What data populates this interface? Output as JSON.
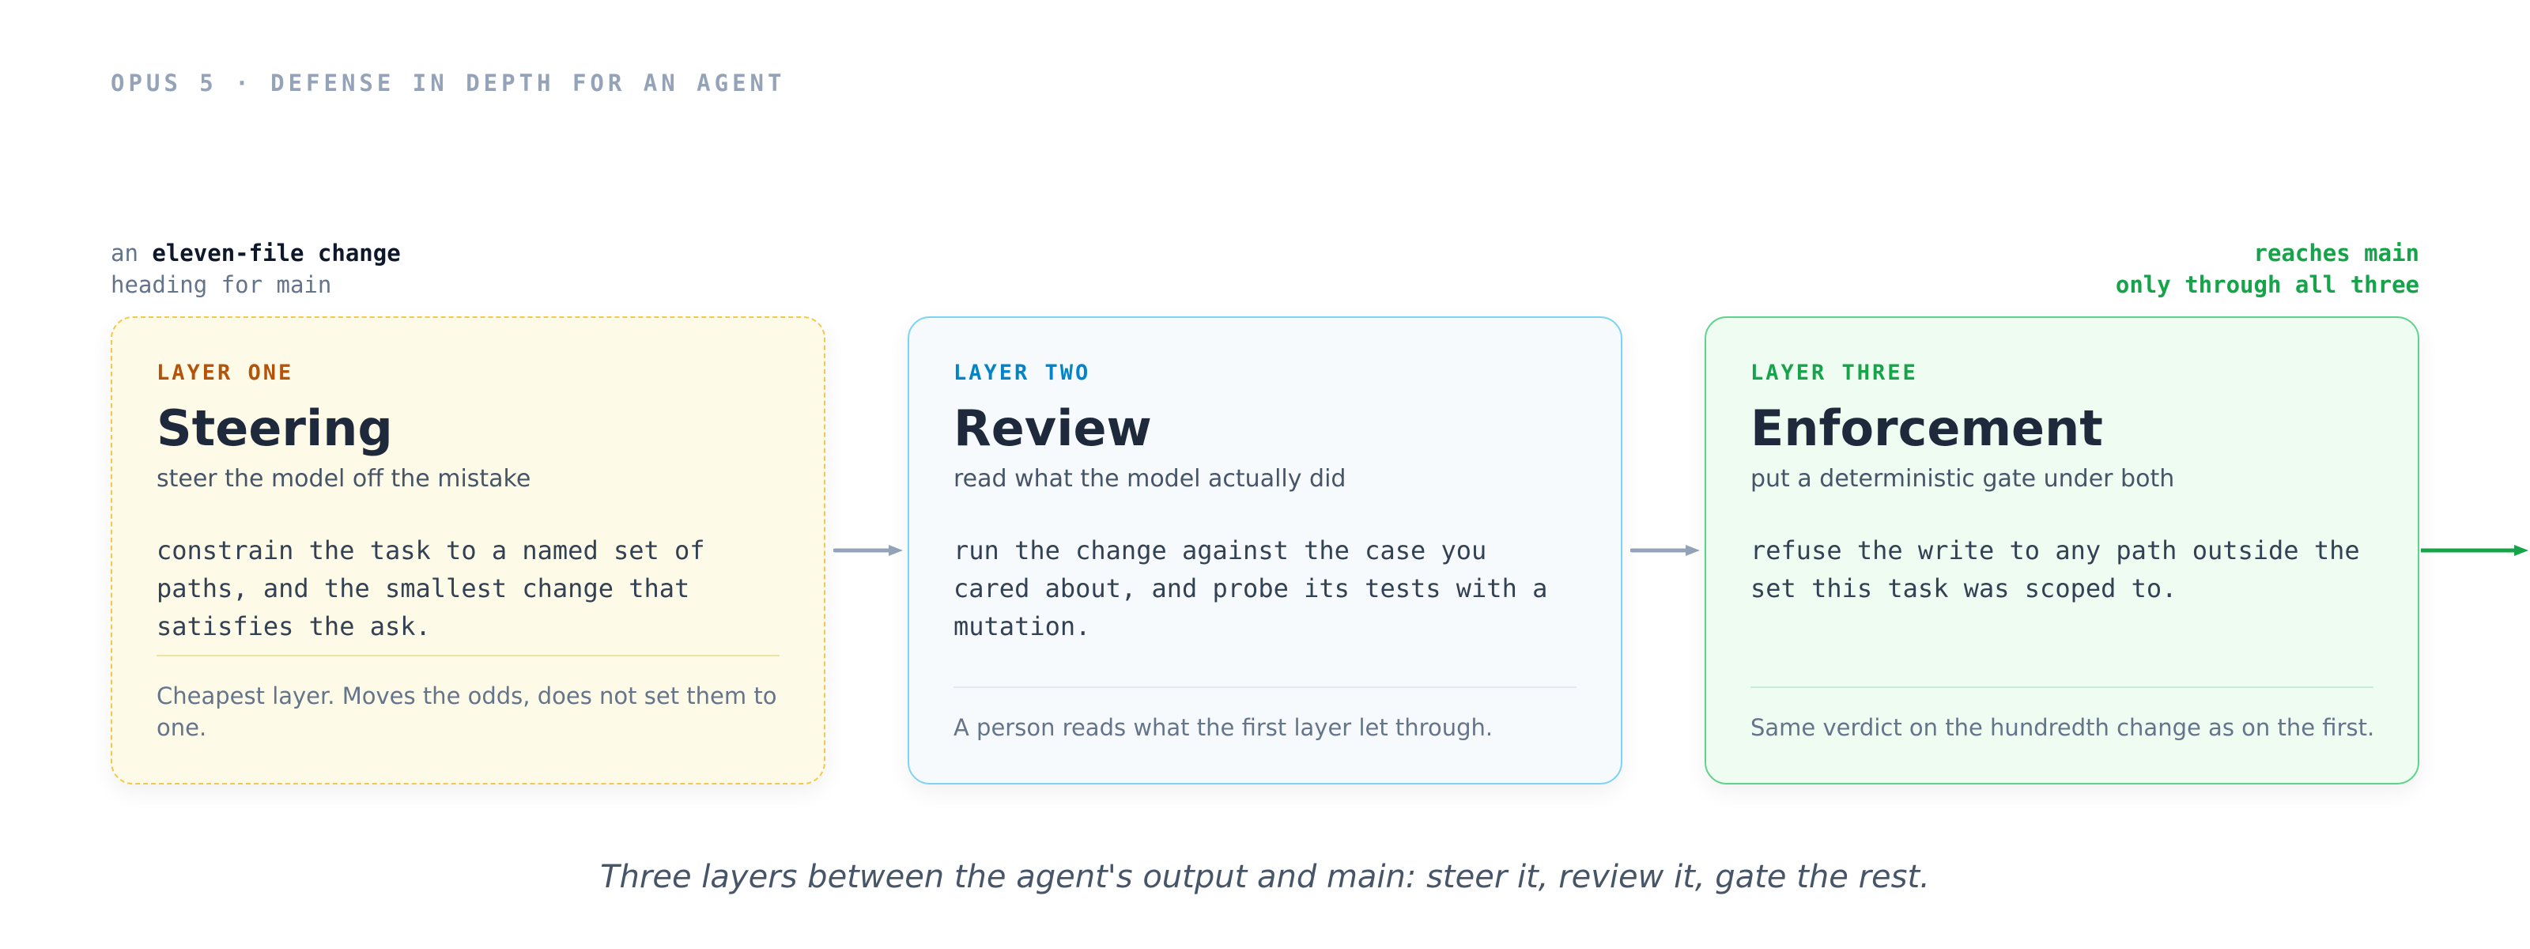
{
  "header": {
    "eyebrow": "OPUS 5 · DEFENSE IN DEPTH FOR AN AGENT"
  },
  "entry": {
    "prefix": "an",
    "highlight": "eleven-file change",
    "line2": "heading for main"
  },
  "exit": {
    "line1": "reaches main",
    "line2": "only through all three"
  },
  "layers": [
    {
      "tag": "LAYER ONE",
      "title": "Steering",
      "subtitle": "steer the model off the mistake",
      "body": "constrain the task to a named set of paths, and the smallest change that satisfies the ask.",
      "footnote": "Cheapest layer. Moves the odds, does not set them to one."
    },
    {
      "tag": "LAYER TWO",
      "title": "Review",
      "subtitle": "read what the model actually did",
      "body": "run the change against the case you cared about, and probe its tests with a mutation.",
      "footnote": "A person reads what the first layer let through."
    },
    {
      "tag": "LAYER THREE",
      "title": "Enforcement",
      "subtitle": "put a deterministic gate under both",
      "body": "refuse the write to any path outside the set this task was scoped to.",
      "footnote": "Same verdict on the hundredth change as on the first."
    }
  ],
  "caption": "Three layers between the agent's output and main: steer it, review it, gate the rest.",
  "colors": {
    "layer_one_accent": "#b45309",
    "layer_two_accent": "#0284c7",
    "layer_three_accent": "#16a34a",
    "connector": "#94a3b8",
    "exit_arrow": "#16a34a"
  }
}
